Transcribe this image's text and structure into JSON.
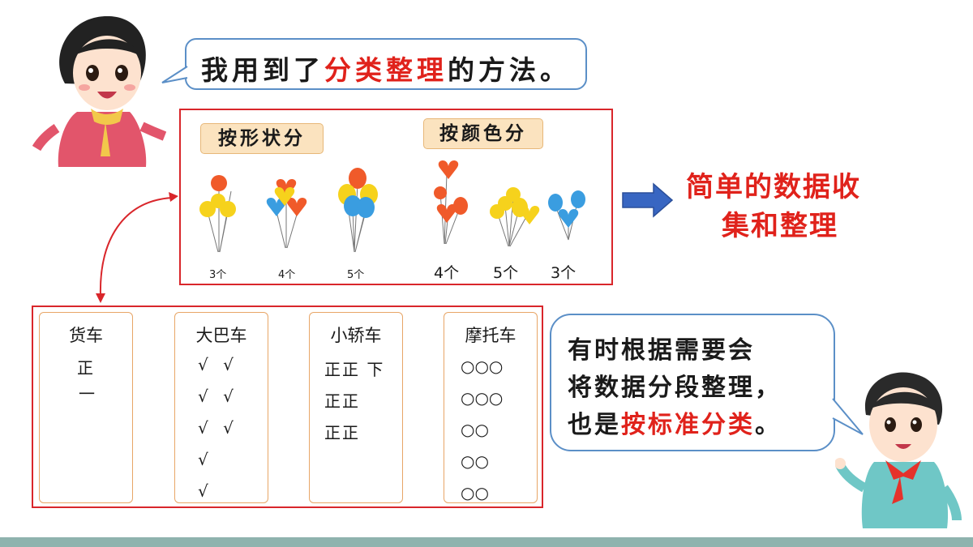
{
  "bubble_top": {
    "prefix": "我用到了",
    "highlight": "分类整理",
    "suffix": "的方法。"
  },
  "tags": {
    "by_shape": "按形状分",
    "by_color": "按颜色分"
  },
  "balloon_counts": [
    "3个",
    "4个",
    "5个",
    "4个",
    "5个",
    "3个"
  ],
  "result": {
    "line1": "简单的数据收",
    "line2": "集和整理"
  },
  "tally": {
    "columns": [
      {
        "header": "货车",
        "marks": [
          "正",
          "一"
        ]
      },
      {
        "header": "大巴车",
        "marks": [
          "√ √",
          "√ √",
          "√ √",
          "√",
          "√"
        ]
      },
      {
        "header": "小轿车",
        "marks": [
          "正正 下",
          "正正",
          "正正"
        ]
      },
      {
        "header": "摩托车",
        "marks": [
          "○○○",
          "○○○",
          "○○",
          "○○",
          "○○"
        ]
      }
    ]
  },
  "bubble_right": {
    "line1": "有时根据需要会",
    "line2": "将数据分段整理，",
    "line3_prefix": "也是",
    "line3_highlight": "按标准分类",
    "line3_suffix": "。"
  },
  "colors": {
    "accent_red": "#e0221b",
    "bubble_border": "#5b8fc7",
    "tag_fill": "#fbe3bf",
    "bottom_bar": "#8fb3ae"
  }
}
